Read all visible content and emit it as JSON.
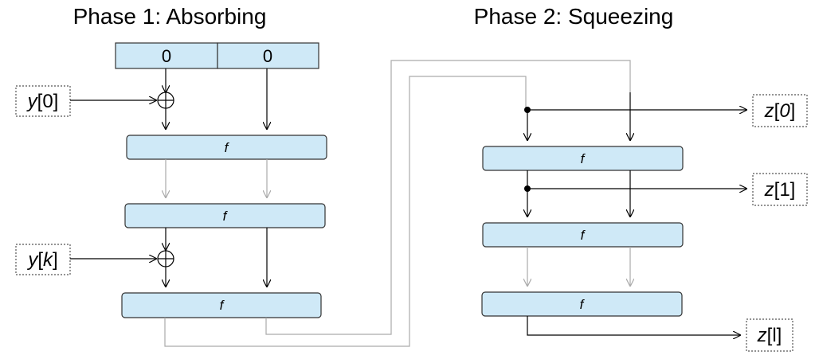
{
  "phase1": {
    "title": "Phase 1: Absorbing",
    "state": [
      "0",
      "0"
    ],
    "f_label": "f",
    "inputs": [
      {
        "pre": "y",
        "bracket_open": "[",
        "index": "0",
        "index_italic": false,
        "bracket_close": "]"
      },
      {
        "pre": "y",
        "bracket_open": "[",
        "index": "k",
        "index_italic": true,
        "bracket_close": "]"
      }
    ]
  },
  "phase2": {
    "title": "Phase 2: Squeezing",
    "f_label": "f",
    "outputs": [
      {
        "pre": "z",
        "bracket_open": "[",
        "index": "0",
        "index_italic": true,
        "bracket_close": "]"
      },
      {
        "pre": "z",
        "bracket_open": "[",
        "index": "1",
        "index_italic": false,
        "bracket_close": "]"
      },
      {
        "pre": "z",
        "bracket_open": "[",
        "index": "l",
        "index_italic": false,
        "bracket_close": "]"
      }
    ]
  },
  "colors": {
    "box_fill": "#cfe9f7",
    "flow_line": "#000000",
    "faded_line": "#aaaaaa"
  }
}
